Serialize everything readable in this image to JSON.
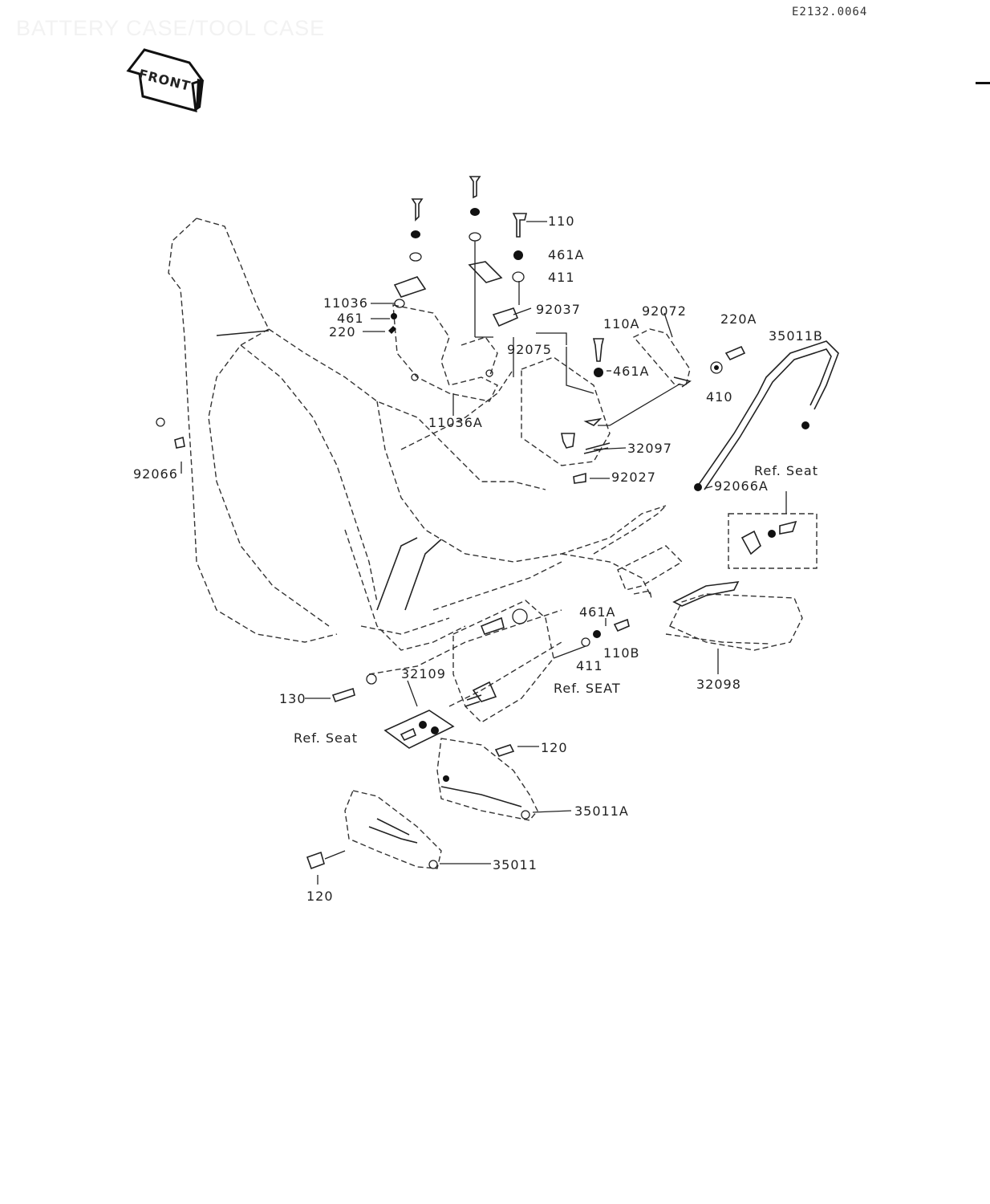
{
  "header": {
    "title": "BATTERY CASE/TOOL CASE",
    "code": "E2132.0064"
  },
  "front_tag": "FRONT",
  "labels": {
    "l110": "110",
    "l461a_top": "461A",
    "l411_top": "411",
    "l11036": "11036",
    "l461": "461",
    "l220": "220",
    "l92037": "92037",
    "l110a": "110A",
    "l92072": "92072",
    "l220a": "220A",
    "l35011b": "35011B",
    "l92075": "92075",
    "l461a_mid": "461A",
    "l410": "410",
    "l11036a": "11036A",
    "l32097": "32097",
    "l92027": "92027",
    "l92066": "92066",
    "l92066a": "92066A",
    "ref_seat_right": "Ref. Seat",
    "l461a_low": "461A",
    "l110b": "110B",
    "l411_low": "411",
    "ref_seat_caps": "Ref. SEAT",
    "l32109": "32109",
    "l32098": "32098",
    "l130": "130",
    "ref_seat_left": "Ref. Seat",
    "l120_top": "120",
    "l35011a": "35011A",
    "l35011": "35011",
    "l120_bot": "120"
  }
}
